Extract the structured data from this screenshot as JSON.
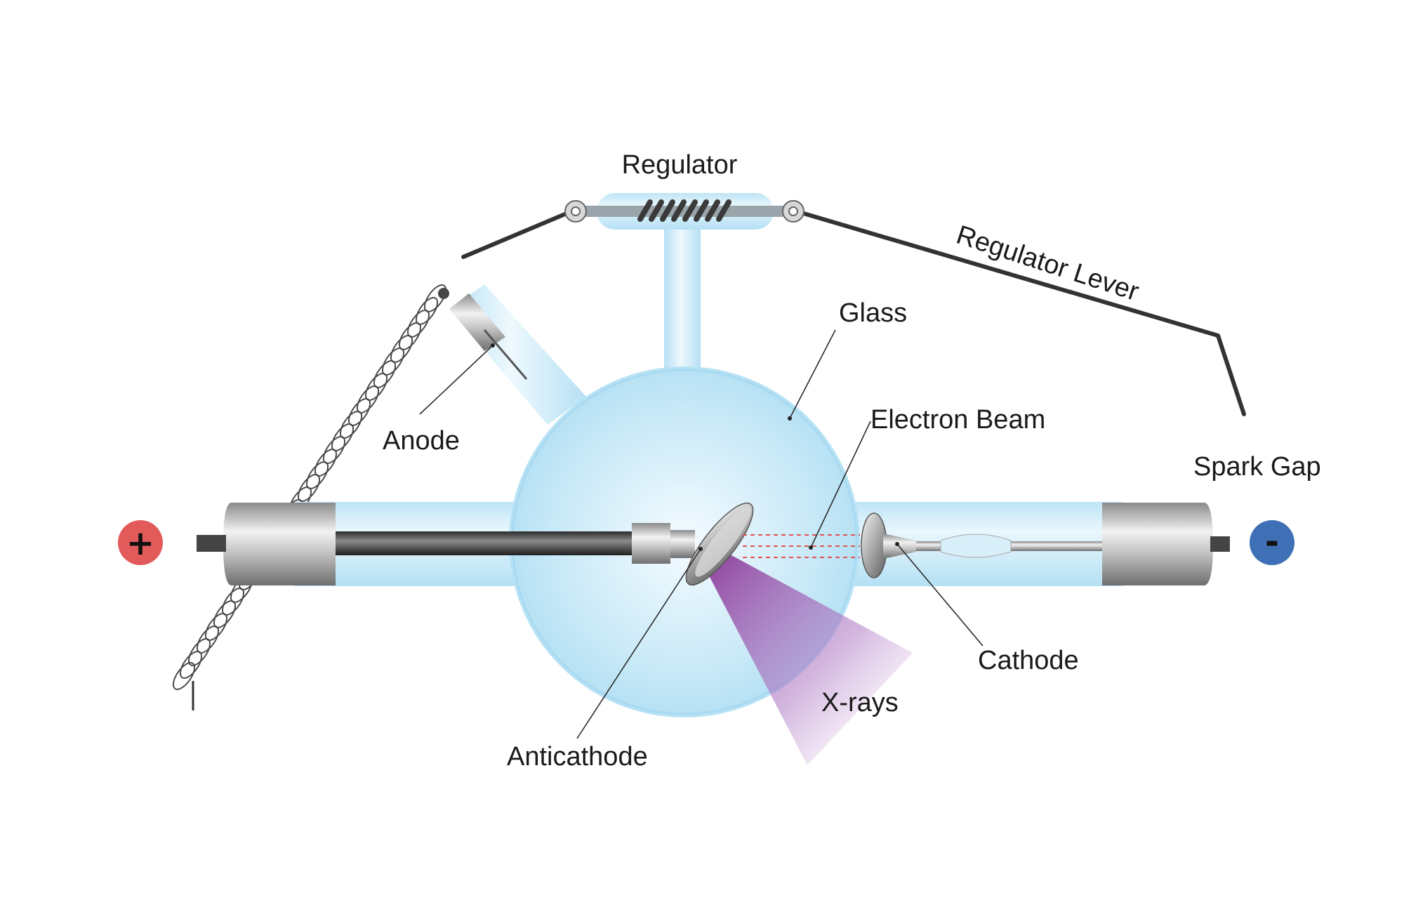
{
  "labels": {
    "regulator": "Regulator",
    "regulator_lever": "Regulator Lever",
    "glass": "Glass",
    "electron_beam": "Electron Beam",
    "spark_gap": "Spark Gap",
    "anode": "Anode",
    "cathode": "Cathode",
    "x_rays": "X-rays",
    "anticathode": "Anticathode"
  },
  "terminals": {
    "positive": "+",
    "negative": "-"
  },
  "colors": {
    "glass": "#bfe6f7",
    "glass_light": "#e8f6fd",
    "positive_terminal": "#e25a5a",
    "negative_terminal": "#3f6fb5",
    "xray_purple": "#8a3a9a",
    "electron_beam": "#e05050",
    "lever": "#333333"
  }
}
